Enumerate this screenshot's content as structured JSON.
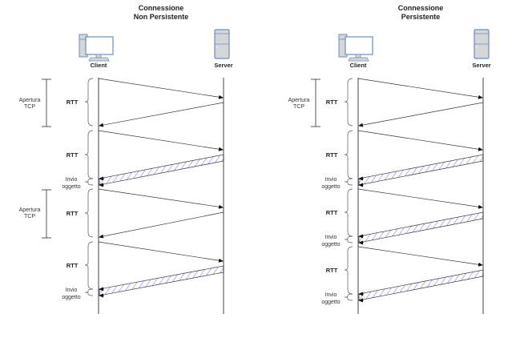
{
  "colors": {
    "hatch": "#6b6bff",
    "line": "#333333",
    "icon_fill": "#d6d6d6",
    "icon_stroke": "#6c8ebf"
  },
  "diagrams": [
    {
      "title_line1": "Connessione",
      "title_line2": "Non Persistente",
      "client_label": "Client",
      "server_label": "Server",
      "client_icon": "desktop-computer-icon",
      "server_icon": "server-tower-icon",
      "tcp_label_line1": "Apertura",
      "tcp_label_line2": "TCP",
      "rtt_label": "RTT",
      "invio_line1": "Invio",
      "invio_line2": "oggetto"
    },
    {
      "title_line1": "Connessione",
      "title_line2": "Persistente",
      "client_label": "Client",
      "server_label": "Server",
      "client_icon": "desktop-computer-icon",
      "server_icon": "server-tower-icon",
      "tcp_label_line1": "Apertura",
      "tcp_label_line2": "TCP",
      "rtt_label": "RTT",
      "invio_line1": "Invio",
      "invio_line2": "oggetto"
    }
  ]
}
